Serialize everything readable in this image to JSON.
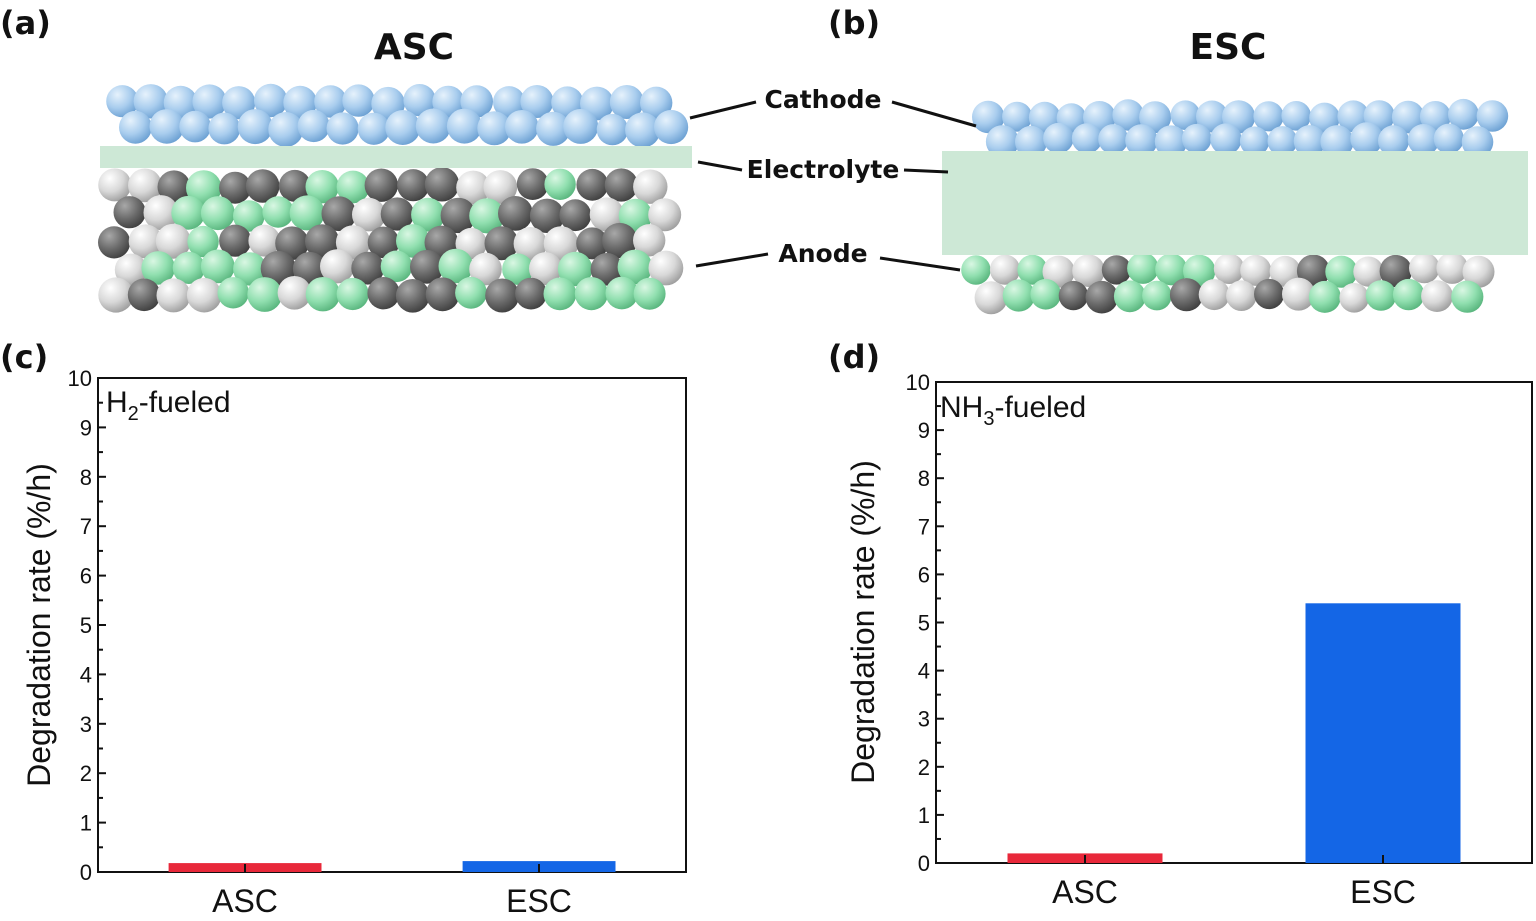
{
  "panel_labels": [
    "(a)",
    "(b)",
    "(c)",
    "(d)"
  ],
  "schematics": [
    {
      "title": "ASC"
    },
    {
      "title": "ESC"
    }
  ],
  "layer_labels": [
    "Cathode",
    "Electrolyte",
    "Anode"
  ],
  "colors": {
    "cathode": "#9cc6ea",
    "electrolyte": "#cde8d6",
    "anode_green": "#86dca6",
    "anode_gray": "#6a6a6a",
    "bar_asc": "#e8283a",
    "bar_esc": "#1466e6"
  },
  "chart_data": [
    {
      "type": "bar",
      "annotation": {
        "main": "H",
        "sub": "2",
        "rest": "-fueled"
      },
      "categories": [
        "ASC",
        "ESC"
      ],
      "values": [
        0.18,
        0.22
      ],
      "bar_colors": [
        "#e8283a",
        "#1466e6"
      ],
      "ylabel": "Degradation rate (%/h)",
      "ylim": [
        0,
        10
      ],
      "yticks": [
        "0",
        "1",
        "2",
        "3",
        "4",
        "5",
        "6",
        "7",
        "8",
        "9",
        "10"
      ],
      "grid": false
    },
    {
      "type": "bar",
      "annotation": {
        "main": "NH",
        "sub": "3",
        "rest": "-fueled"
      },
      "categories": [
        "ASC",
        "ESC"
      ],
      "values": [
        0.2,
        5.4
      ],
      "bar_colors": [
        "#e8283a",
        "#1466e6"
      ],
      "ylabel": "Degradation rate (%/h)",
      "ylim": [
        0,
        10
      ],
      "yticks": [
        "0",
        "1",
        "2",
        "3",
        "4",
        "5",
        "6",
        "7",
        "8",
        "9",
        "10"
      ],
      "grid": false
    }
  ]
}
